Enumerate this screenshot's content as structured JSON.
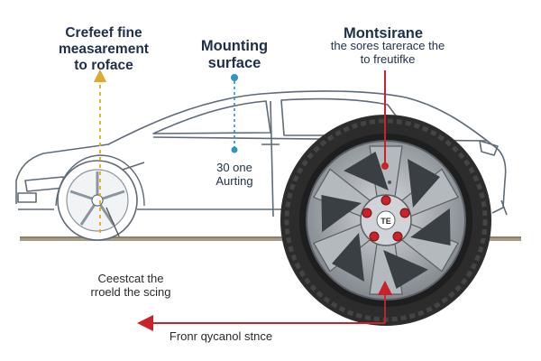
{
  "labels": {
    "left_title": [
      "Crefeef fine",
      "measarement",
      "to roface"
    ],
    "mounting_title": [
      "Mounting",
      "surface"
    ],
    "right_title": "Montsirane",
    "right_subtitle": [
      "the sores tarerace the",
      "to freutifke"
    ],
    "center_value": [
      "30 one",
      "Aurting"
    ],
    "center_line_label": [
      "Ceestcat the",
      "rroeld the scing"
    ],
    "front_label": "Fronr qycanol stnce"
  },
  "hub_text": "TE",
  "colors": {
    "yellow": "#e0a830",
    "blue": "#2f93c9",
    "red": "#c8232c",
    "navy": "#1f2f4a",
    "ground": "#9e9080",
    "tire": "#2c2c2c",
    "rim": "#9aa0a6"
  }
}
